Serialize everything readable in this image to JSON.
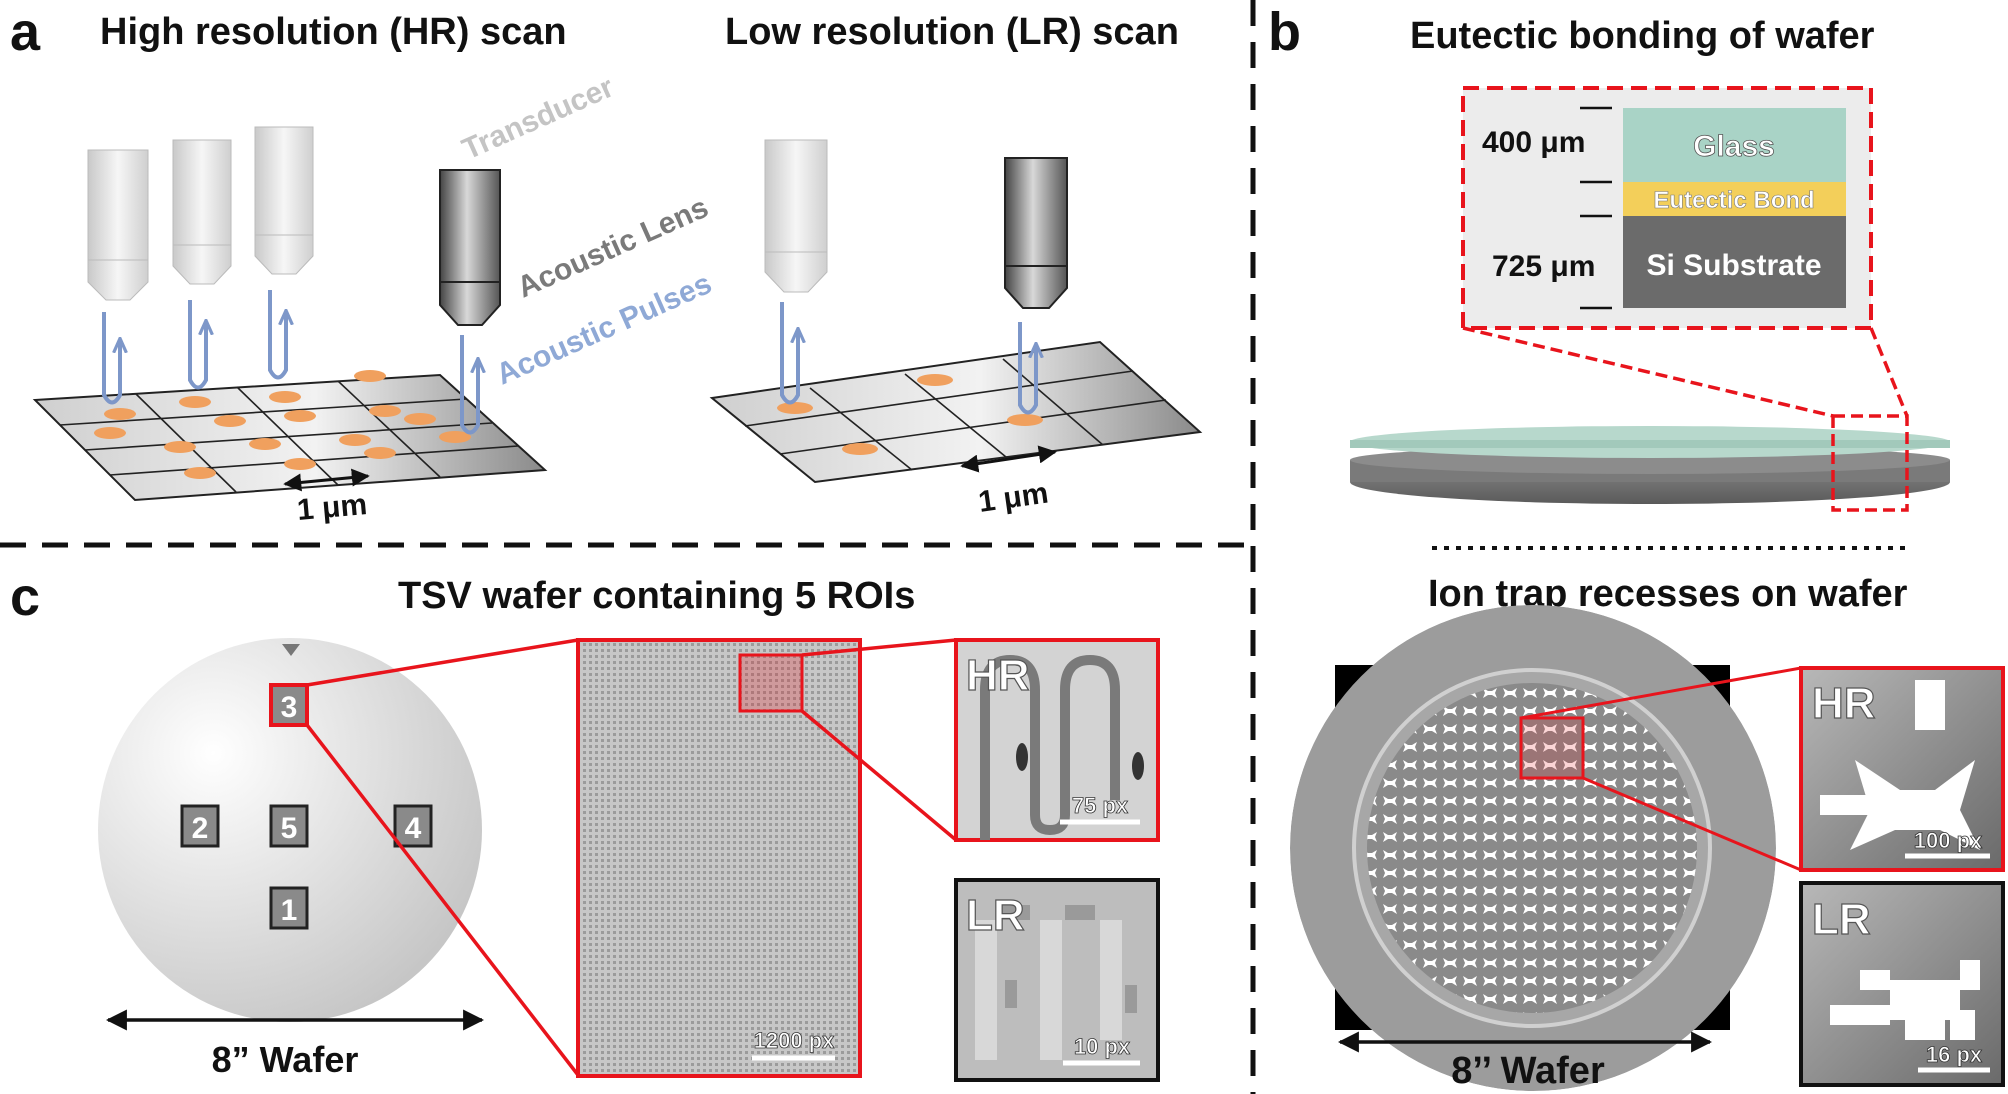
{
  "panels": {
    "a": {
      "letter": "a",
      "hr_title": "High resolution (HR) scan",
      "lr_title": "Low resolution (LR) scan",
      "transducer_label": "Transducer",
      "lens_label": "Acoustic Lens",
      "pulses_label": "Acoustic Pulses",
      "hr_scale": "1 μm",
      "lr_scale": "1 μm"
    },
    "b": {
      "letter": "b",
      "title": "Eutectic bonding of wafer",
      "glass_thickness": "400 μm",
      "si_thickness": "725 μm",
      "glass_label": "Glass",
      "bond_label": "Eutectic Bond",
      "si_label": "Si Substrate",
      "ion_trap_title": "Ion trap recesses on wafer",
      "wafer_label": "8’’ Wafer",
      "hr_tag": "HR",
      "hr_scale": "100 px",
      "lr_tag": "LR",
      "lr_scale": "16 px"
    },
    "c": {
      "letter": "c",
      "title": "TSV wafer containing 5 ROIs",
      "roi_labels": [
        "1",
        "2",
        "3",
        "4",
        "5"
      ],
      "wafer_label": "8” Wafer",
      "zoom_scale": "1200 px",
      "hr_tag": "HR",
      "hr_scale": "75 px",
      "lr_tag": "LR",
      "lr_scale": "10 px"
    }
  },
  "colors": {
    "highlight_red": "#e8141c",
    "glass": "#a9d3c6",
    "bond": "#f3cf5a",
    "si": "#6b6b6b",
    "pulse_blue": "#8fa9d6",
    "pad_orange": "#f0a05e"
  }
}
